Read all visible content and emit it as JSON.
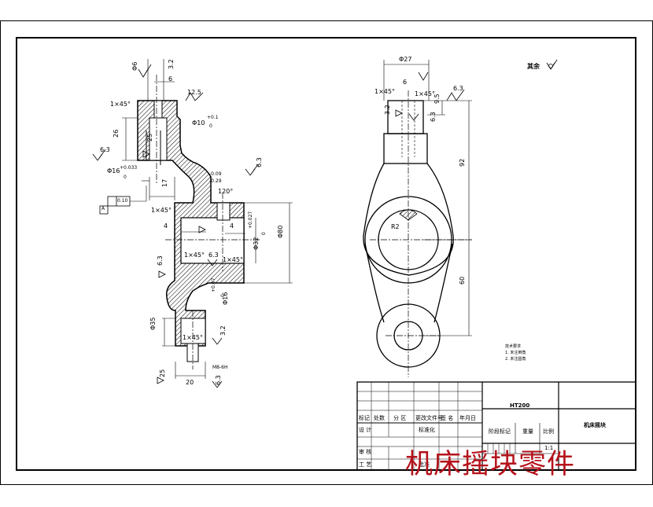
{
  "drawing": {
    "roughness_note": "其余",
    "roughness_note_value": "",
    "tech_notes": [
      "技术要求",
      "1. 未注倒角",
      "2. 未注圆角"
    ],
    "dims": {
      "d_top": "Φ6",
      "r_top": "3.2",
      "h_top": "6",
      "c1": "1×45°",
      "ra_top": "12.5",
      "phi10": "Φ10",
      "phi10_tol_up": "+0.1",
      "phi10_tol_lo": "0",
      "ra1": "6.3",
      "d26": "26",
      "ra2": "25",
      "phi16": "Φ16",
      "phi16_tol_up": "+0.033",
      "phi16_tol_lo": "0",
      "d17": "17",
      "tol_0_1": "0.10",
      "datum_a": "A",
      "c2": "1×45°",
      "ang120": "120°",
      "tol_n009": "-0.09",
      "tol_n029": "-0.29",
      "ra3": "6.3",
      "d4a": "4",
      "d4b": "4",
      "phi80": "Φ80",
      "phi32": "Φ32",
      "phi32_tol": "+0.027",
      "phi32_tol0": "0",
      "c3": "1×45°",
      "c4": "1×45°",
      "ra4": "6.3",
      "ra5": "6.3",
      "phi16b": "Φ16",
      "phi16b_tol": "+0.07",
      "phi16b_tol0": "0",
      "phi35": "Φ35",
      "c5": "1×45°",
      "ra6": "3.2",
      "m8": "M8-6H",
      "d20": "20",
      "ra7": "25",
      "ra8": "6.3",
      "phi27": "Φ27",
      "side_c1": "1×45°",
      "side_6": "6",
      "side_c2": "1×45°",
      "side_ra1": "6.3",
      "side_95": "9.5",
      "side_32": "3.2",
      "side_63": "6.3",
      "side_92": "92",
      "side_60": "60",
      "side_r2": "R2"
    }
  },
  "title_block": {
    "material": "HT200",
    "part_name": "机床摇块",
    "h_mark": "标记",
    "h_count": "处数",
    "h_zone": "分 区",
    "h_docno": "更改文件号",
    "h_sign": "签 名",
    "h_date": "年月日",
    "h_design": "设 计",
    "h_standard": "标准化",
    "h_stage": "阶段标记",
    "h_weight": "重量",
    "h_scale": "比例",
    "scale_value": "1:1",
    "h_review": "审 核",
    "h_process": "工 艺",
    "h_approve": "批准"
  },
  "watermark": "机床摇块零件",
  "colors": {
    "line": "#000000",
    "hatch": "#000000",
    "watermark": "#b5121b"
  }
}
